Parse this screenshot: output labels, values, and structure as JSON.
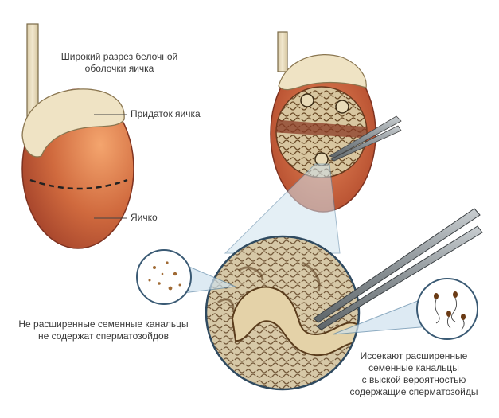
{
  "labels": {
    "wide_incision_line1": "Широкий разрез белочной",
    "wide_incision_line2": "оболочки яичка",
    "epididymis": "Придаток яичка",
    "testis": "Яичко",
    "non_dilated_line1": "Не расширенные семенные канальцы",
    "non_dilated_line2": "не содержат сперматозойдов",
    "excise_line1": "Иссекают расширенные",
    "excise_line2": "семенные  канальцы",
    "excise_line3": "с выской вероятностью",
    "excise_line4": "содержащие  сперматозойды"
  },
  "colors": {
    "testis_dark": "#a8452a",
    "testis_light": "#f0a070",
    "epididymis": "#efe2c0",
    "cord": "#e8dcc0",
    "tubule_fill": "#d9c29a",
    "tubule_stroke": "#5a3c1c",
    "lens_fill": "#bcd6e6",
    "instrument": "#9aa0a4"
  },
  "icons": {
    "cut_line": "dashed-incision-line",
    "instrument": "forceps-icon",
    "magnifier": "magnified-view-circle",
    "sperm": "sperm-cells-icon",
    "debris": "cell-debris-icon"
  }
}
